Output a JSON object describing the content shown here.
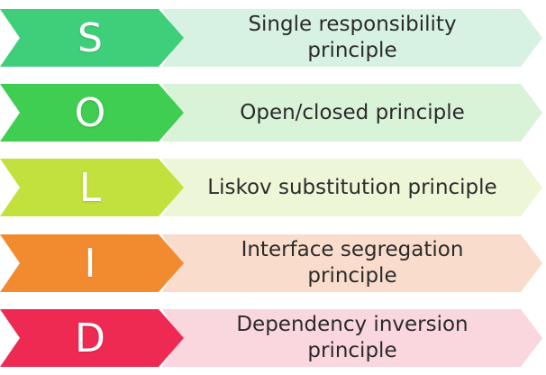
{
  "rows": [
    {
      "letter": "S",
      "text": "Single responsibility\nprinciple",
      "chevron_color": "#3fcf7a",
      "arrow_color": "#d7f1e2"
    },
    {
      "letter": "O",
      "text": "Open/closed principle",
      "chevron_color": "#3fcd52",
      "arrow_color": "#d9f3d9"
    },
    {
      "letter": "L",
      "text": "Liskov substitution principle",
      "chevron_color": "#c2e13c",
      "arrow_color": "#eef6d8"
    },
    {
      "letter": "I",
      "text": "Interface segregation\nprinciple",
      "chevron_color": "#f28b2f",
      "arrow_color": "#f9dccb"
    },
    {
      "letter": "D",
      "text": "Dependency inversion\nprinciple",
      "chevron_color": "#ee2a52",
      "arrow_color": "#fad6df"
    }
  ]
}
